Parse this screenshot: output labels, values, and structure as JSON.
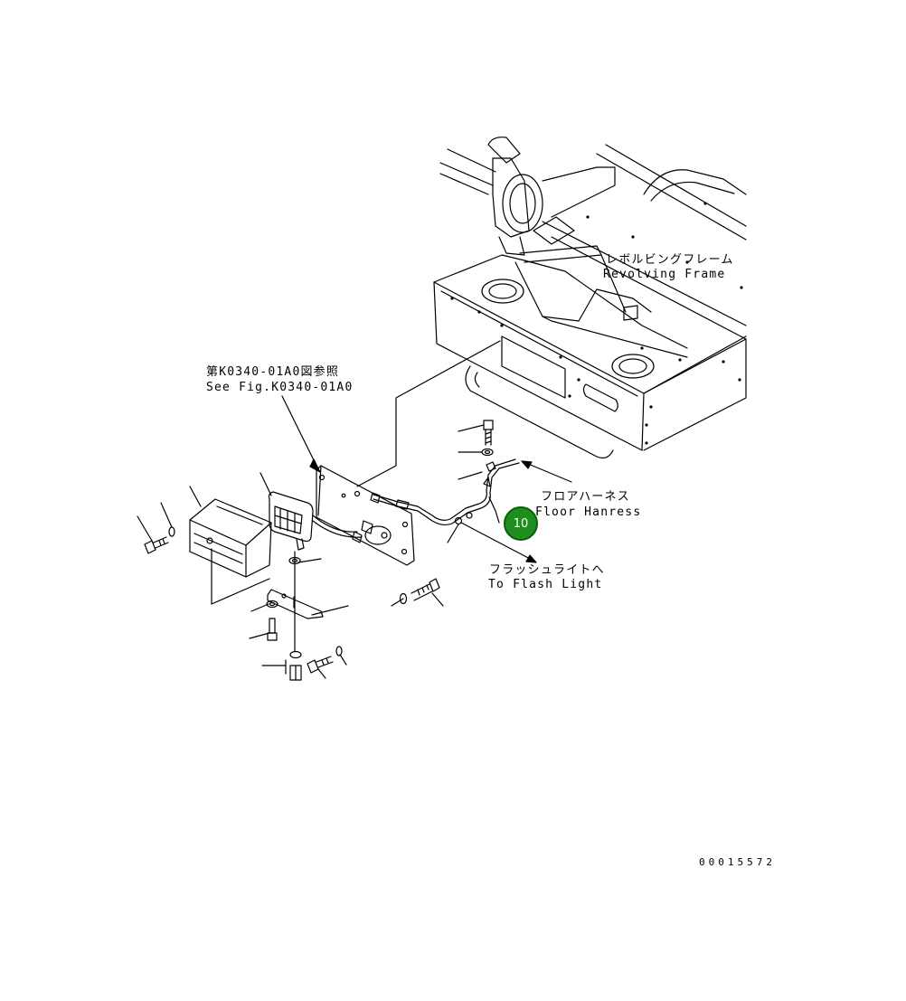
{
  "labels": {
    "revolving_frame_jp": "レボルビングフレーム",
    "revolving_frame_en": "Revolving Frame",
    "see_fig_jp": "第K0340-01A0図参照",
    "see_fig_en": "See Fig.K0340-01A0",
    "floor_harness_jp": "フロアハーネス",
    "floor_harness_en": "Floor Hanress",
    "flash_light_jp": "フラッシュライトへ",
    "flash_light_en": "To Flash Light"
  },
  "callout": {
    "number": "10",
    "color": "#1e8f1e"
  },
  "drawing_number": "00015572"
}
